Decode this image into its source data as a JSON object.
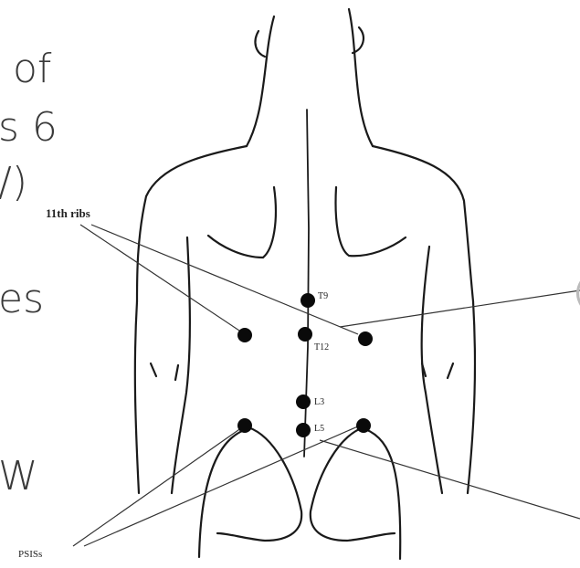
{
  "slide_fragments": [
    "of",
    "s 6",
    "/)",
    "es",
    "W"
  ],
  "right_edge_fragment": "(",
  "labels": {
    "ribs": "11th ribs",
    "t9": "T9",
    "t12": "T12",
    "l3": "L3",
    "l5": "L5",
    "psis": "PSISs"
  }
}
